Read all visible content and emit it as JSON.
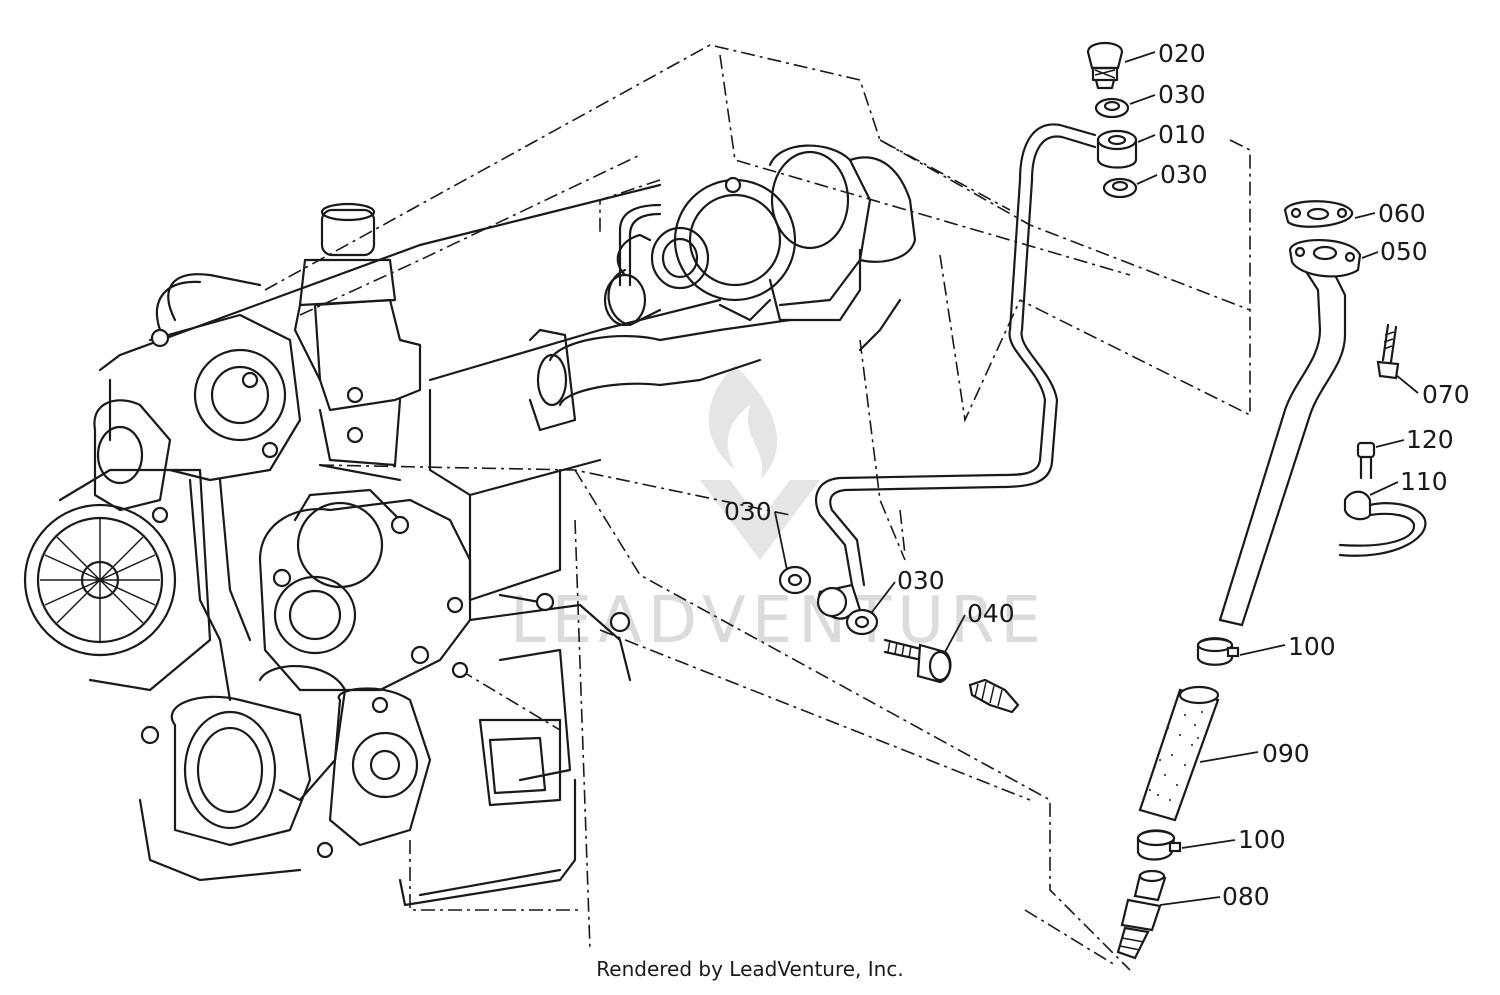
{
  "parts": [
    {
      "id": "020",
      "label": "020"
    },
    {
      "id": "030a",
      "label": "030"
    },
    {
      "id": "010",
      "label": "010"
    },
    {
      "id": "030b",
      "label": "030"
    },
    {
      "id": "060",
      "label": "060"
    },
    {
      "id": "050",
      "label": "050"
    },
    {
      "id": "070",
      "label": "070"
    },
    {
      "id": "120",
      "label": "120"
    },
    {
      "id": "110",
      "label": "110"
    },
    {
      "id": "030c",
      "label": "030"
    },
    {
      "id": "030d",
      "label": "030"
    },
    {
      "id": "040",
      "label": "040"
    },
    {
      "id": "100a",
      "label": "100"
    },
    {
      "id": "090",
      "label": "090"
    },
    {
      "id": "100b",
      "label": "100"
    },
    {
      "id": "080",
      "label": "080"
    }
  ],
  "watermark": "LEADVENTURE",
  "credit": "Rendered by LeadVenture, Inc."
}
